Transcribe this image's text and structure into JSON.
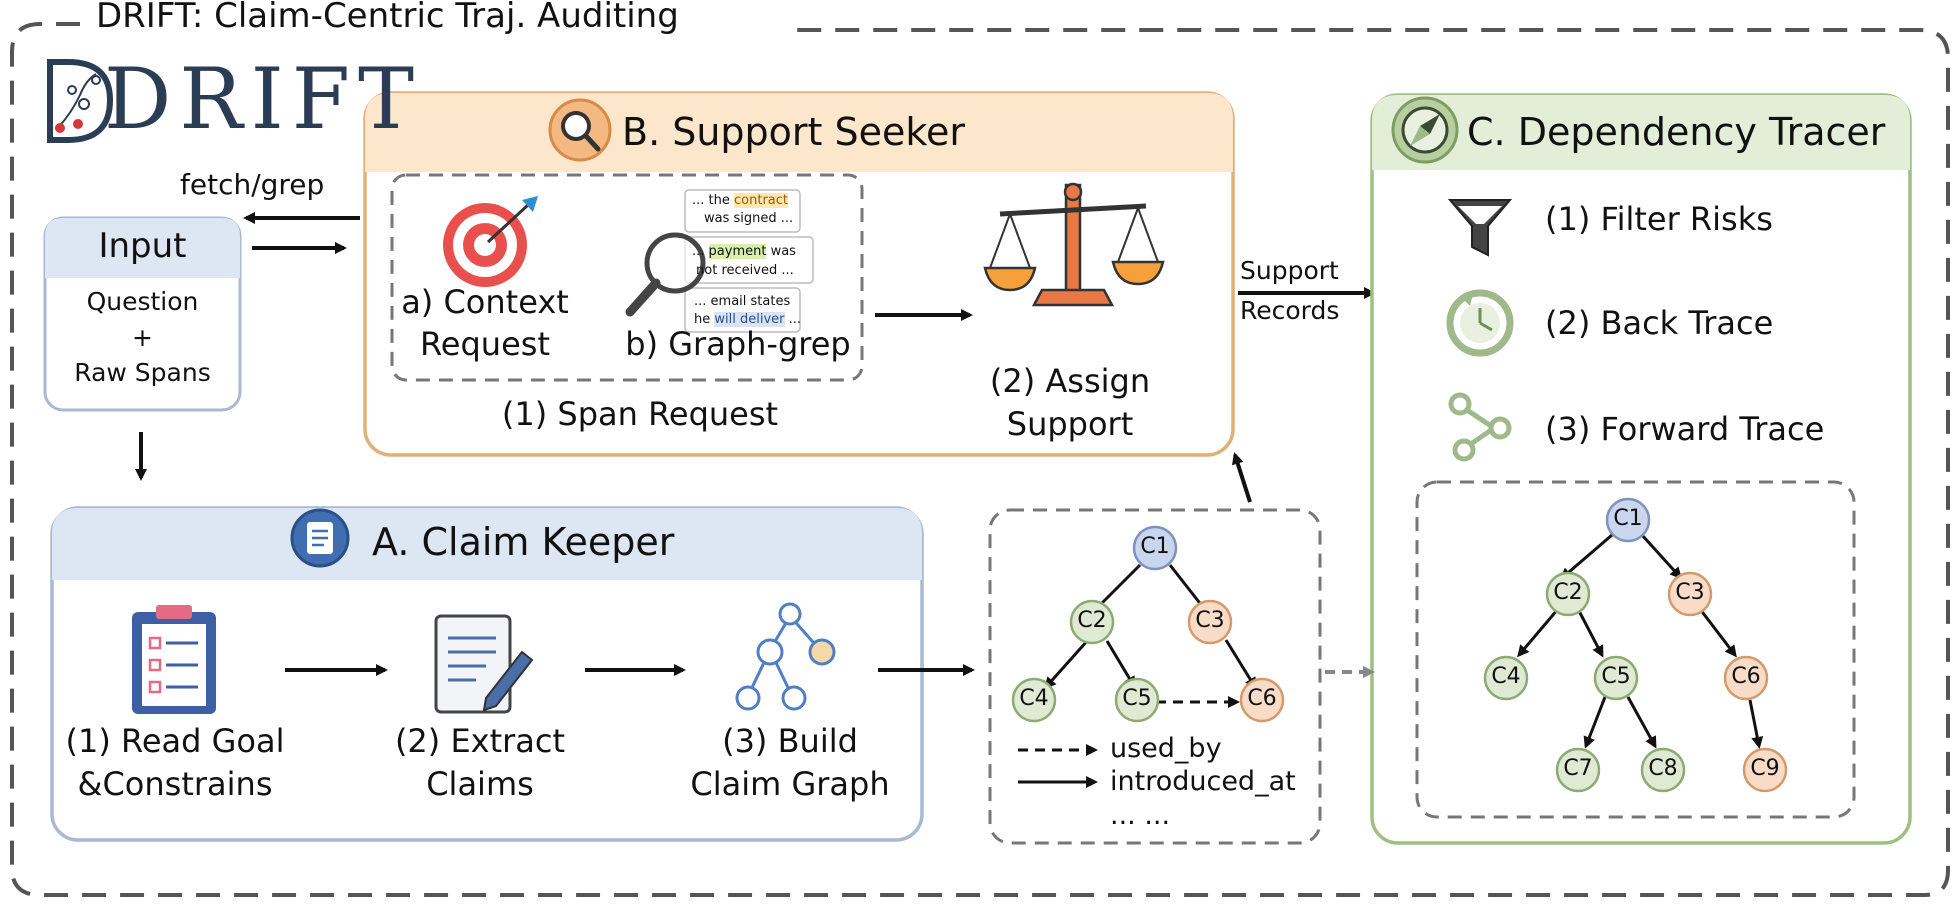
{
  "title": "DRIFT: Claim-Centric Traj. Auditing",
  "logo": {
    "text": "DRIFT"
  },
  "input": {
    "title": "Input",
    "line1": "Question",
    "line2": "+",
    "line3": "Raw Spans",
    "fetch_label": "fetch/grep"
  },
  "support_seeker": {
    "title": "B. Support Seeker",
    "context_line1": "a) Context",
    "context_line2": "Request",
    "grep_label": "b) Graph-grep",
    "snippets": [
      [
        "... the ",
        "contract",
        ""
      ],
      [
        "was signed ...",
        "",
        ""
      ],
      [
        "... ",
        "payment",
        " was"
      ],
      [
        "not ",
        "",
        " received ..."
      ],
      [
        "... email states",
        "",
        ""
      ],
      [
        "he ",
        "will deliver",
        " ..."
      ]
    ],
    "span_request": "(1) Span Request",
    "assign_line1": "(2) Assign",
    "assign_line2": "Support"
  },
  "support_records": {
    "line1": "Support",
    "line2": "Records"
  },
  "dependency_tracer": {
    "title": "C. Dependency Tracer",
    "filter": "(1) Filter Risks",
    "back": "(2) Back Trace",
    "forward": "(3) Forward Trace"
  },
  "claim_keeper": {
    "title": "A. Claim Keeper",
    "step1_line1": "(1) Read Goal",
    "step1_line2": "&Constrains",
    "step2_line1": "(2) Extract",
    "step2_line2": "Claims",
    "step3_line1": "(3) Build",
    "step3_line2": "Claim Graph"
  },
  "claim_graph": {
    "nodes": [
      "C1",
      "C2",
      "C3",
      "C4",
      "C5",
      "C6"
    ],
    "legend_dashed": "used_by",
    "legend_solid": "introduced_at",
    "legend_more": "... ..."
  },
  "tracer_graph": {
    "nodes": [
      "C1",
      "C2",
      "C3",
      "C4",
      "C5",
      "C6",
      "C7",
      "C8",
      "C9"
    ]
  },
  "colors": {
    "blue_node": "#c9d6ee",
    "green_node": "#dfe9d3",
    "orange_node": "#f8dcc8",
    "seeker_border": "#e0b07a",
    "seeker_header": "#fce6cc",
    "tracer_border": "#9fc083",
    "tracer_header": "#e3eed8",
    "keeper_border": "#a9b8d3",
    "keeper_header": "#dde6f3"
  }
}
